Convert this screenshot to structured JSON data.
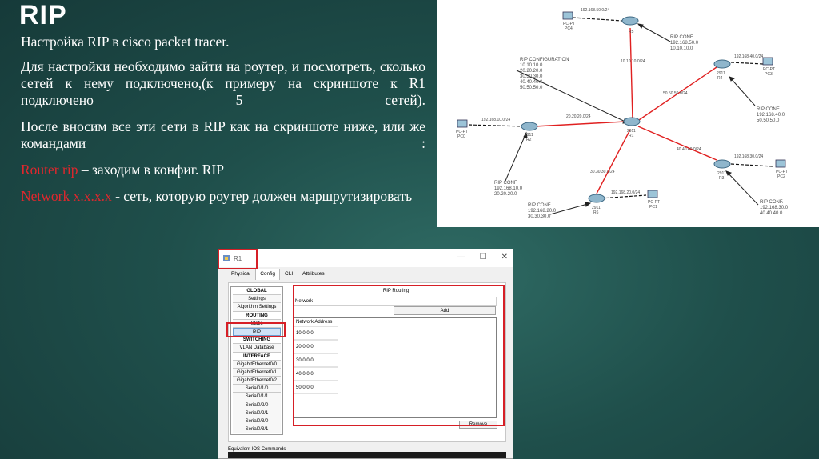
{
  "slide": {
    "title": "RIP",
    "subtitle": "Настройка RIP в cisco packet tracer.",
    "paragraph1": "Для настройки необходимо зайти на роутер, и посмотреть, сколько сетей к нему подключено,(к примеру на скриншоте к R1 подключено 5 сетей).",
    "paragraph2": "После вносим все эти сети в RIP как на скриншоте ниже, или же командами :",
    "cmd1_red": "Router rip",
    "cmd1_rest": " – заходим в конфиг. RIP",
    "cmd2_red": "Network   x.x.x.x",
    "cmd2_rest": " - сеть, которую роутер должен маршрутизировать",
    "colors": {
      "accent_red": "#e0272d",
      "background": "#1f4f4b"
    }
  },
  "topology": {
    "nets": {
      "n50": "192.168.50.0/24",
      "n40": "192.168.40.0/24",
      "n10": "192.168.10.0/24",
      "n30": "192.168.30.0/24",
      "n20": "192.168.20.0/24",
      "l10": "10.10.10.0/24",
      "l20": "20.20.20.0/24",
      "l50": "50.50.50.0/24",
      "l40": "40.40.40.0/24",
      "l30": "30.30.30.0/24"
    },
    "devices": {
      "pc4": "PC-PT",
      "pc4b": "PC4",
      "pc3": "PC-PT",
      "pc3b": "PC3",
      "pc0": "PC-PT",
      "pc0b": "PC0",
      "pc2": "PC-PT",
      "pc2b": "PC2",
      "pc1": "PC-PT",
      "pc1b": "PC1",
      "r5": "R5",
      "r4a": "2911",
      "r4b": "R4",
      "r1a": "2911",
      "r1b": "R1",
      "r2a": "2911",
      "r2b": "R2",
      "r3a": "2911",
      "r3b": "R3",
      "r6a": "2911",
      "r6b": "R6"
    },
    "notes": {
      "n1l1": "RIP CONF.",
      "n1l2": "192.168.50.0",
      "n1l3": "10.10.10.0",
      "n2l1": "RIP CONFIGURATION",
      "n2l2": "10.10.10.0",
      "n2l3": "20.20.20.0",
      "n2l4": "30.30.30.0",
      "n2l5": "40.40.40.0",
      "n2l6": "50.50.50.0",
      "n3l1": "RIP CONF.",
      "n3l2": "192.168.40.0",
      "n3l3": "50.50.50.0",
      "n4l1": "RIP CONF.",
      "n4l2": "192.168.10.0",
      "n4l3": "20.20.20.0",
      "n5l1": "RIP CONF.",
      "n5l2": "192.168.20.0",
      "n5l3": "30.30.30.0",
      "n6l1": "RIP CONF.",
      "n6l2": "192.168.30.0",
      "n6l3": "40.40.40.0"
    }
  },
  "window": {
    "title": "R1",
    "min_glyph": "—",
    "max_glyph": "☐",
    "close_glyph": "✕",
    "tabs": [
      "Physical",
      "Config",
      "CLI",
      "Attributes"
    ],
    "menu": [
      "GLOBAL",
      "Settings",
      "Algorithm Settings",
      "ROUTING",
      "Static",
      "RIP",
      "SWITCHING",
      "VLAN Database",
      "INTERFACE",
      "GigabitEthernet0/0",
      "GigabitEthernet0/1",
      "GigabitEthernet0/2",
      "Serial0/1/0",
      "Serial0/1/1",
      "Serial0/2/0",
      "Serial0/2/1",
      "Serial0/3/0",
      "Serial0/3/1"
    ],
    "rip_title": "RIP Routing",
    "network_label": "Network",
    "add_label": "Add",
    "address_header": "Network Address",
    "addresses": [
      "10.0.0.0",
      "20.0.0.0",
      "30.0.0.0",
      "40.0.0.0",
      "50.0.0.0"
    ],
    "remove_label": "Remove",
    "equivalent_label": "Equivalent IOS Commands"
  }
}
